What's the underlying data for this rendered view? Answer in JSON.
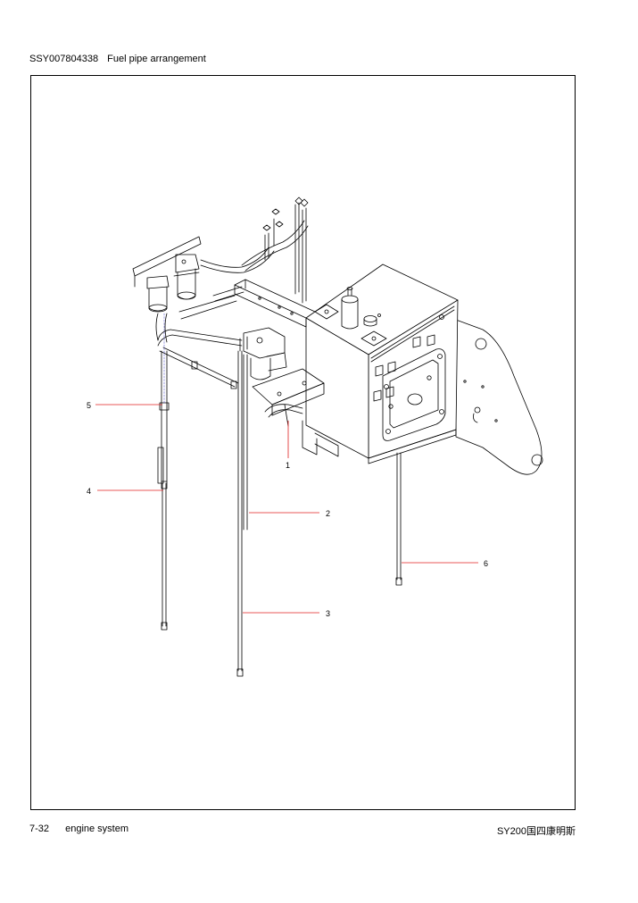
{
  "header": {
    "doc_code": "SSY007804338",
    "title": "Fuel pipe arrangement"
  },
  "footer": {
    "page": "7-32",
    "section": "engine system",
    "model": "SY200国四康明斯"
  },
  "callouts": [
    {
      "id": "callout-1",
      "label": "1"
    },
    {
      "id": "callout-2",
      "label": "2"
    },
    {
      "id": "callout-3",
      "label": "3"
    },
    {
      "id": "callout-4",
      "label": "4"
    },
    {
      "id": "callout-5",
      "label": "5"
    },
    {
      "id": "callout-6",
      "label": "6"
    }
  ],
  "colors": {
    "leader": "#e02020",
    "ink": "#000000",
    "accent_blue": "#5a5ad0"
  }
}
